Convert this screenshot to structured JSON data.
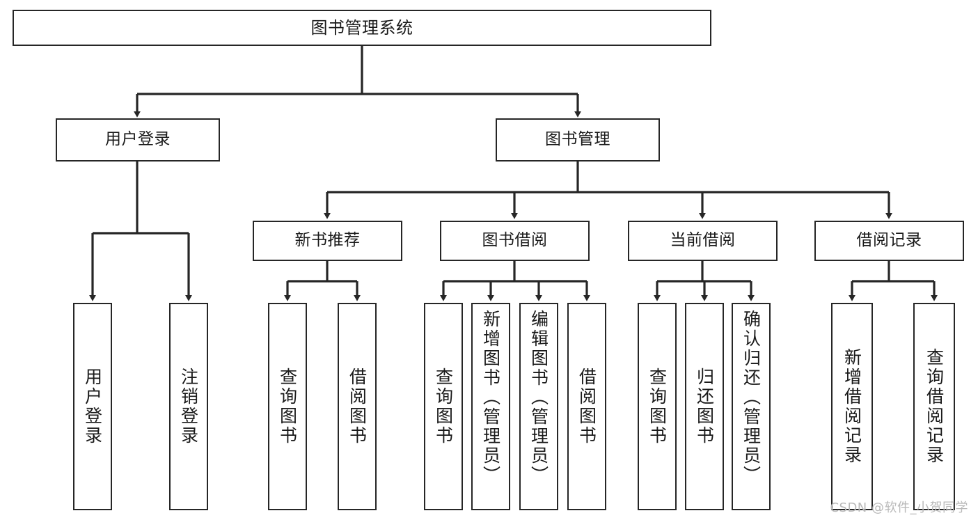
{
  "diagram": {
    "type": "tree",
    "title": "图书管理系统",
    "root": {
      "label": "图书管理系统"
    },
    "level2": [
      {
        "label": "用户登录"
      },
      {
        "label": "图书管理"
      }
    ],
    "level3": [
      {
        "label": "新书推荐"
      },
      {
        "label": "图书借阅"
      },
      {
        "label": "当前借阅"
      },
      {
        "label": "借阅记录"
      }
    ],
    "leaves": {
      "user_login": [
        {
          "label": "用户登录"
        },
        {
          "label": "注销登录"
        }
      ],
      "new_book_recommend": [
        {
          "label": "查询图书"
        },
        {
          "label": "借阅图书"
        }
      ],
      "book_borrow": [
        {
          "label": "查询图书"
        },
        {
          "label": "新增图书（管理员）"
        },
        {
          "label": "编辑图书（管理员）"
        },
        {
          "label": "借阅图书"
        }
      ],
      "current_borrow": [
        {
          "label": "查询图书"
        },
        {
          "label": "归还图书"
        },
        {
          "label": "确认归还（管理员）"
        }
      ],
      "borrow_record": [
        {
          "label": "新增借阅记录"
        },
        {
          "label": "查询借阅记录"
        }
      ]
    }
  },
  "watermark": {
    "text": "CSDN @软件_小贺同学"
  },
  "colors": {
    "stroke": "#262626",
    "text": "#1a1a1a",
    "background": "#ffffff",
    "watermark": "#b9b9b9"
  }
}
